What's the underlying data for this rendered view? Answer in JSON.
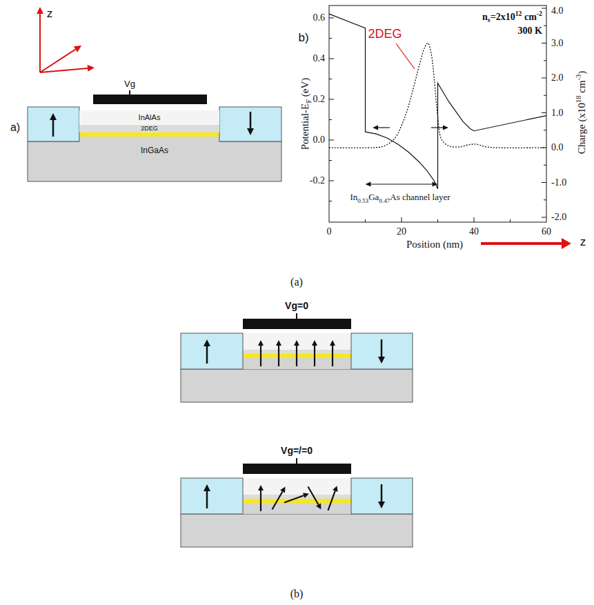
{
  "diagram": {
    "nodes": [
      {
        "text": [
          "InAlAs"
        ]
      },
      {
        "text": [
          "2DEG"
        ]
      },
      {
        "text": [
          "InGaAs"
        ]
      }
    ],
    "labels": [
      "z",
      "a)",
      "Vg",
      "b)",
      "0.6",
      "0.4",
      "0.2",
      "0.0",
      "-0.2",
      "4.0",
      "3.0",
      "2.0",
      "1.0",
      "0.0",
      "-1.0",
      "-2.0",
      "0",
      "20",
      "40",
      "60",
      "Potential-E",
      "F",
      "(eV)",
      "Charge (x10",
      "18",
      "cm",
      "-3",
      ")",
      "2DEG",
      "n",
      "s",
      "=2x10",
      "12",
      "cm",
      "-2",
      "300 K",
      "In",
      "0.53",
      "Ga",
      "0.47",
      "As channel layer",
      "Position (nm)",
      "z",
      "(a)",
      "Vg=0",
      "Vg=/=0",
      "(b)"
    ]
  }
}
